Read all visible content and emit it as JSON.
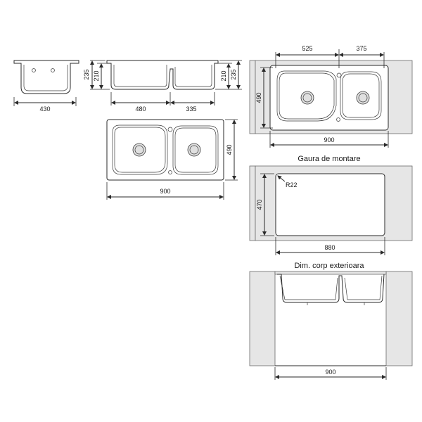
{
  "views": {
    "side_left": {
      "width_label": "430"
    },
    "side_front": {
      "height_outer_label": "235",
      "height_inner_label": "210",
      "bowl_large_label": "480",
      "bowl_small_label": "335",
      "height_inner_right_label": "210",
      "height_outer_right_label": "235"
    },
    "top_view": {
      "width_label": "900",
      "depth_label": "490"
    },
    "installed_top": {
      "large_bowl_label": "525",
      "small_bowl_label": "375",
      "depth_label": "490",
      "width_label": "900"
    },
    "cutout": {
      "title": "Gaura de montare",
      "radius_label": "R22",
      "depth_label": "470",
      "width_label": "880"
    },
    "outer_body": {
      "title": "Dim. corp exterioara",
      "width_label": "900"
    }
  }
}
